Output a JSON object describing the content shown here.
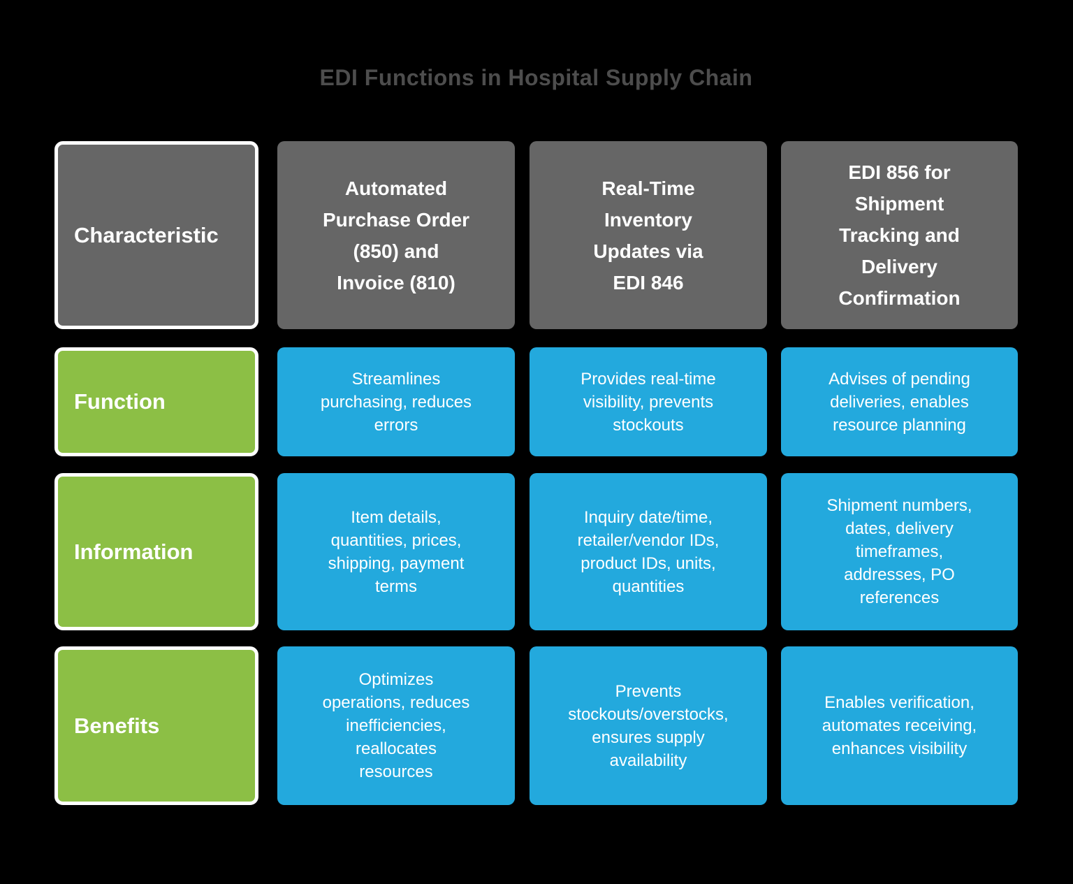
{
  "title": "EDI Functions in Hospital Supply Chain",
  "colors": {
    "background": "#000000",
    "title_gray": "#4D4D4D",
    "header_gray": "#666666",
    "label_green": "#8CBF45",
    "cell_blue": "#23A9DD",
    "cell_text": "#FFFFFF",
    "label_border": "#FFFFFF"
  },
  "table": {
    "corner_label": "Characteristic",
    "column_headers": [
      "Automated\nPurchase Order\n(850) and\nInvoice (810)",
      "Real-Time\nInventory\nUpdates via\nEDI 846",
      "EDI 856 for\nShipment\nTracking and\nDelivery\nConfirmation"
    ],
    "rows": [
      {
        "label": "Function",
        "cells": [
          "Streamlines\npurchasing, reduces\nerrors",
          "Provides real-time\nvisibility, prevents\nstockouts",
          "Advises of pending\ndeliveries, enables\nresource planning"
        ]
      },
      {
        "label": "Information",
        "cells": [
          "Item details,\nquantities, prices,\nshipping, payment\nterms",
          "Inquiry date/time,\nretailer/vendor IDs,\nproduct IDs, units,\nquantities",
          "Shipment numbers,\ndates, delivery\ntimeframes,\naddresses, PO\nreferences"
        ]
      },
      {
        "label": "Benefits",
        "cells": [
          "Optimizes\noperations, reduces\ninefficiencies,\nreallocates\nresources",
          "Prevents\nstockouts/overstocks,\nensures supply\navailability",
          "Enables verification,\nautomates receiving,\nenhances visibility"
        ]
      }
    ]
  }
}
